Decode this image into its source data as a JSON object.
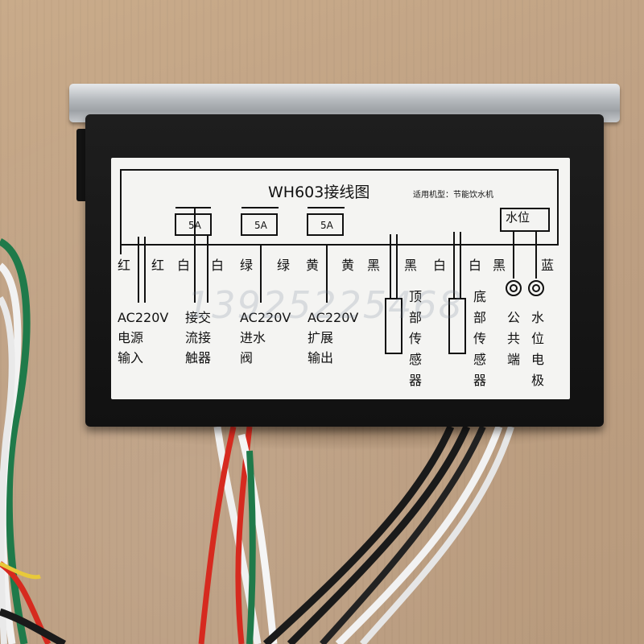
{
  "label": {
    "title": "WH603接线图",
    "subtitle": "适用机型：节能饮水机",
    "relay_rating": "5A",
    "water_level_box": "水位",
    "wire_colors": [
      "红",
      "红",
      "白",
      "白",
      "绿",
      "绿",
      "黄",
      "黄",
      "黑",
      "黑",
      "白",
      "白",
      "黑",
      "蓝"
    ],
    "groups": {
      "power": "AC220V\n电源\n输入",
      "contactor": "接交\n流接\n触器",
      "inlet_valve": "AC220V\n进水\n阀",
      "expansion": "AC220V\n扩展\n输出",
      "top_sensor": "顶部传感器",
      "bottom_sensor": "底部传感器",
      "common": "公共端",
      "electrode": "水位电极"
    },
    "watermark": "13925225468"
  },
  "colors": {
    "label_bg": "#f4f4f2",
    "housing": "#151515",
    "bezel": "#b7bbbf",
    "cardboard": "#c2a485"
  }
}
